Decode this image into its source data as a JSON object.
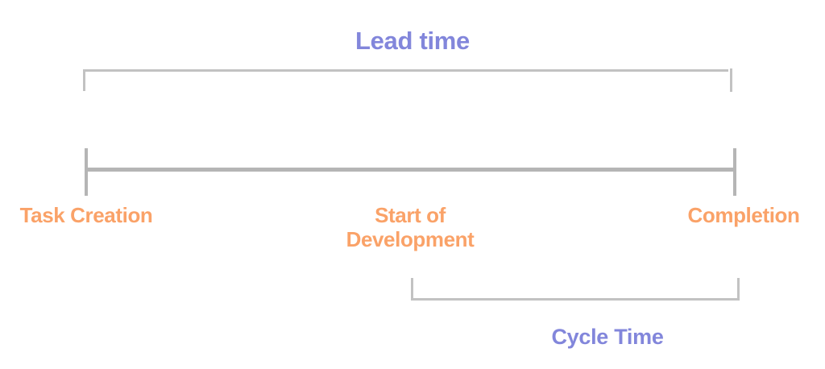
{
  "diagram": {
    "title": {
      "label": "Lead time",
      "color": "#8286db"
    },
    "timeline": {
      "milestones": [
        {
          "label": "Task Creation"
        },
        {
          "label": "Start of Development"
        },
        {
          "label": "Completion"
        }
      ],
      "milestone_color": "#faa268",
      "line_color": "#b5b5b5"
    },
    "cycle": {
      "label": "Cycle Time",
      "color": "#8286db"
    },
    "bracket_color": "#c2c2c2",
    "background_color": "#ffffff"
  }
}
